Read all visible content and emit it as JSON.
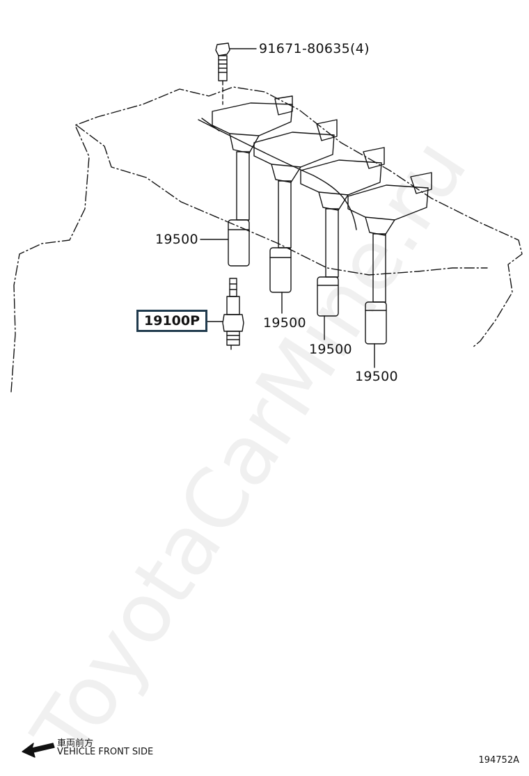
{
  "parts": {
    "bolt": "91671-80635(4)",
    "coil_1": "19500",
    "coil_2": "19500",
    "coil_3": "19500",
    "coil_4": "19500",
    "spark_plug": "19100P"
  },
  "footer": {
    "direction_jp": "車両前方",
    "direction_en": "VEHICLE FRONT SIDE",
    "diagram_code": "194752A"
  },
  "watermark": "ToyotaCarMine.ru",
  "colors": {
    "line": "#111111",
    "highlight_border": "#1f3a4d"
  }
}
